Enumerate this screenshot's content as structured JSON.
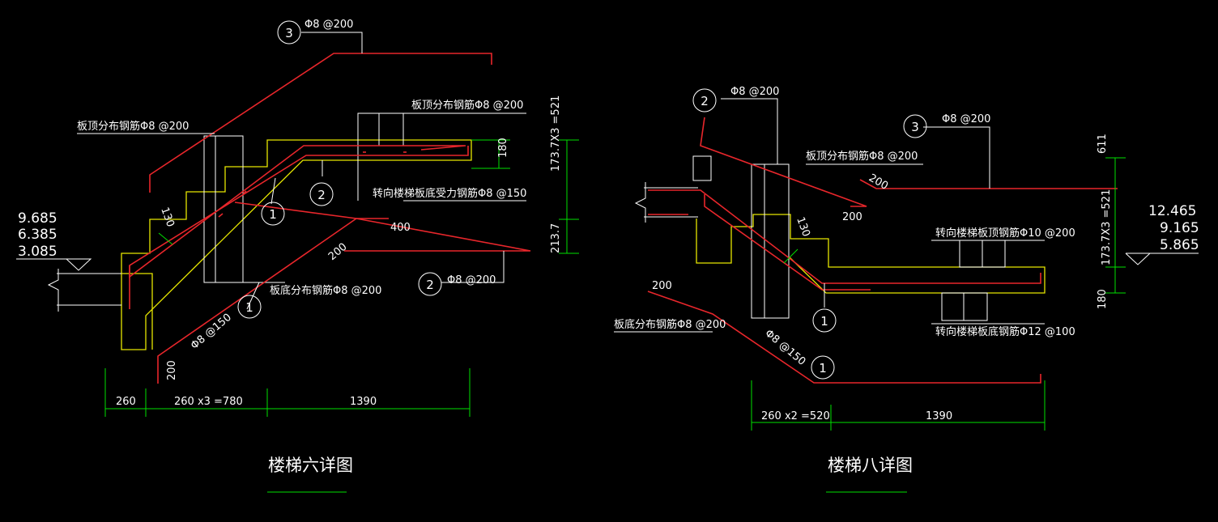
{
  "colors": {
    "background": "#000000",
    "rebar": "#e8262b",
    "outline": "#e6e600",
    "dimension": "#00e000",
    "text": "#ffffff"
  },
  "left": {
    "title": "楼梯六详图",
    "elevations": [
      "9.685",
      "6.385",
      "3.085"
    ],
    "labels": {
      "bar3_spec": "Φ8 @200",
      "top_dist": "板顶分布钢筋Φ8 @200",
      "top_dist_left": "板顶分布钢筋Φ8 @200",
      "bottom_main": "转向楼梯板底受力钢筋Φ8 @150",
      "bottom_dist": "板底分布钢筋Φ8 @200",
      "bar2_spec": "Φ8 @200",
      "bar1_spec": "Φ8 @150",
      "len400": "400",
      "len200a": "200",
      "len200b": "200",
      "len130": "130"
    },
    "bubbles": [
      "3",
      "1",
      "2",
      "2",
      "1"
    ],
    "dims": {
      "h180": "180",
      "h_steps": "173.7X3 =521",
      "h213": "213.7",
      "d260": "260",
      "d780": "260 x3 =780",
      "d1390": "1390"
    }
  },
  "right": {
    "title": "楼梯八详图",
    "elevations": [
      "12.465",
      "9.165",
      "5.865"
    ],
    "labels": {
      "bar2_spec": "Φ8 @200",
      "bar3_spec": "Φ8 @200",
      "top_dist": "板顶分布钢筋Φ8 @200",
      "top_bar": "转向楼梯板顶钢筋Φ10 @200",
      "bottom_bar": "转向楼梯板底钢筋Φ12 @100",
      "bottom_dist": "板底分布钢筋Φ8 @200",
      "bar1_spec": "Φ8 @150",
      "len200a": "200",
      "len200b": "200",
      "len200c": "200",
      "len130": "130"
    },
    "bubbles": [
      "2",
      "3",
      "1",
      "1"
    ],
    "dims": {
      "h611": "611",
      "h_steps": "173.7X3 =521",
      "h180": "180",
      "d520": "260 x2 =520",
      "d1390": "1390"
    }
  }
}
